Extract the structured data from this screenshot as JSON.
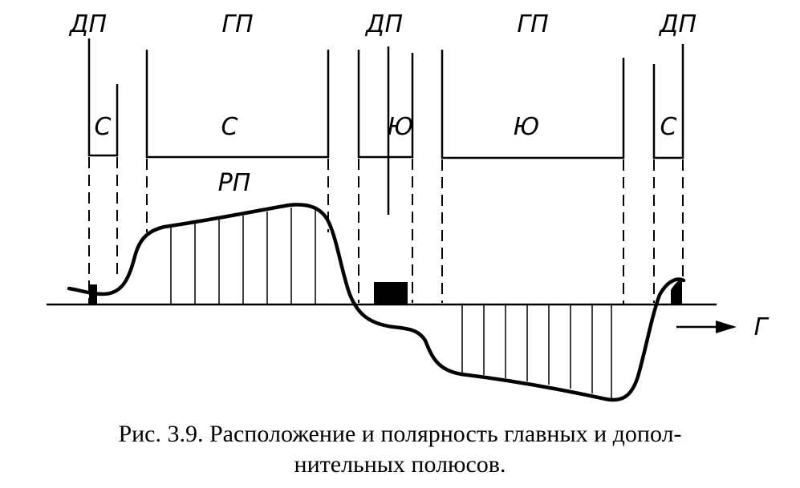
{
  "diagram": {
    "top_labels": [
      "ДП",
      "ГП",
      "ДП",
      "ГП",
      "ДП"
    ],
    "pole_labels": [
      "С",
      "С",
      "Ю",
      "Ю",
      "С"
    ],
    "resultant_label": "РП",
    "axis_label": "Г"
  },
  "caption": {
    "line1": "Рис. 3.9. Расположение и полярность главных и допол-",
    "line2": "нительных полюсов."
  }
}
